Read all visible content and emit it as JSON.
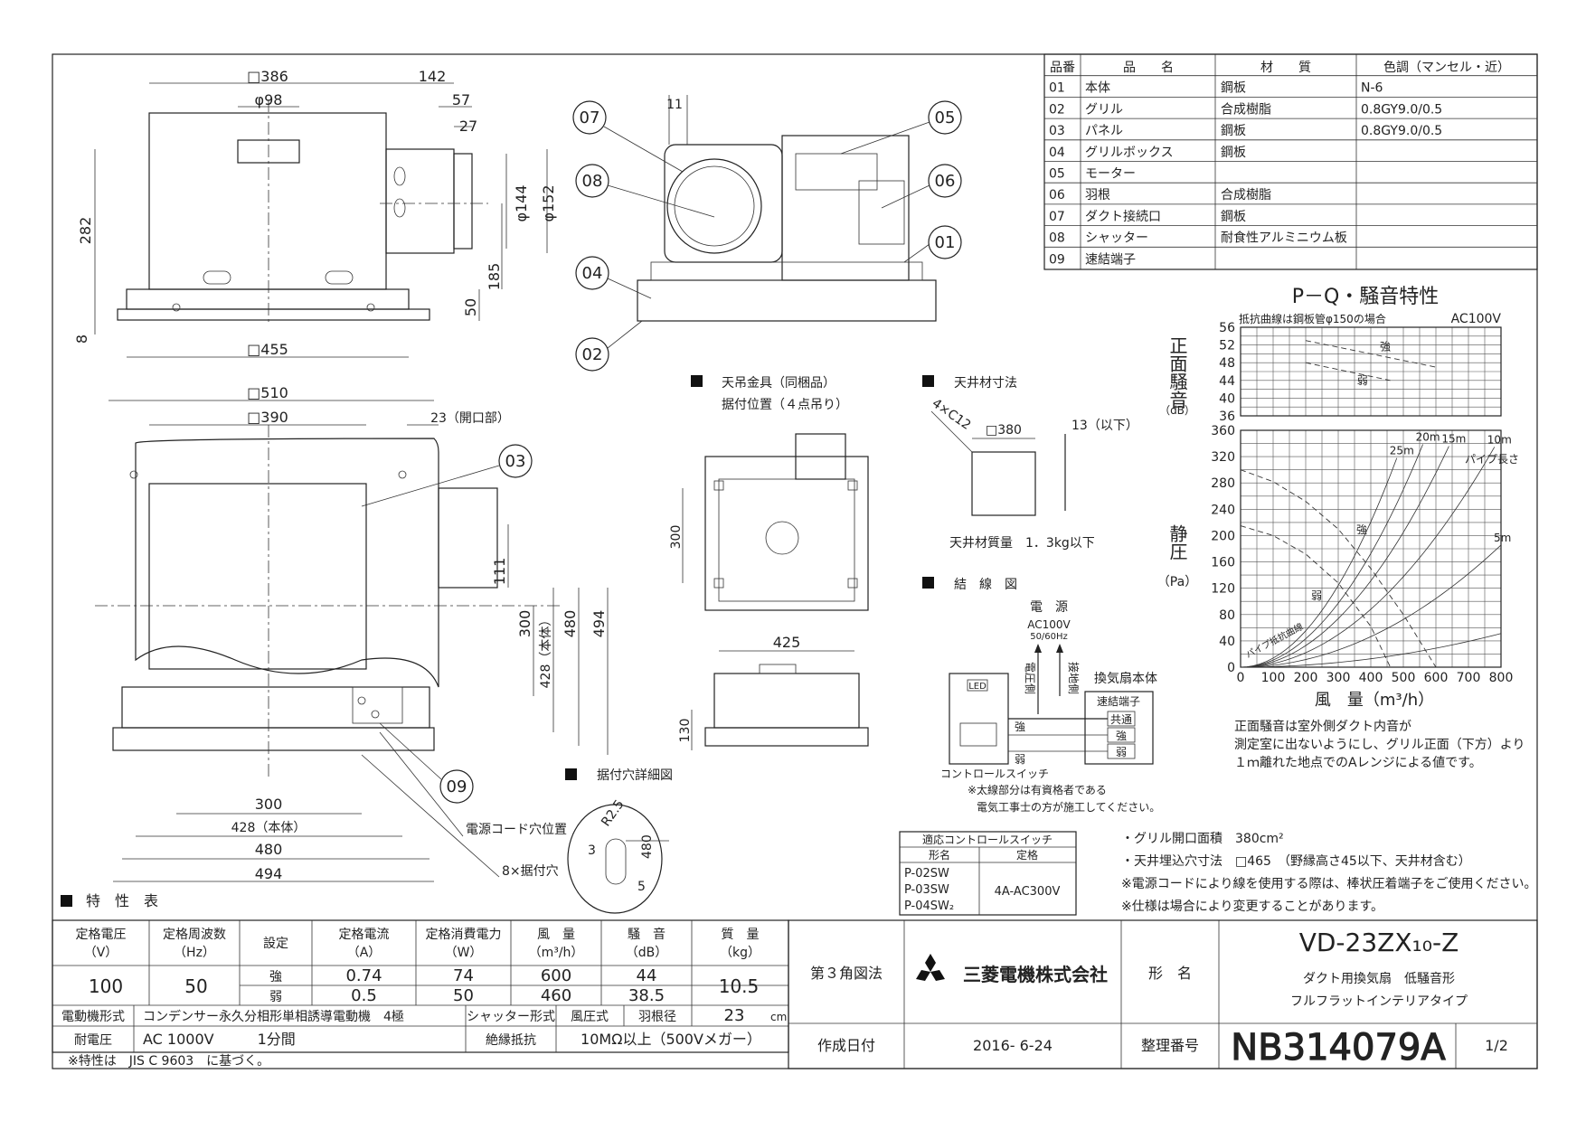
{
  "drawing": {
    "title": "P－Q・騒音特性",
    "company": "三菱電機株式会社",
    "projection": "第３角図法",
    "model_label": "形　名",
    "model": "VD-23ZX₁₀-Z",
    "desc1": "ダクト用換気扇　低騒音形",
    "desc2": "フルフラットインテリアタイプ",
    "date_label": "作成日付",
    "date": "2016- 6-24",
    "number_label": "整理番号",
    "number": "NB314079A",
    "page": "1/2"
  },
  "parts": {
    "headers": [
      "品番",
      "品　　名",
      "材　　質",
      "色調（マンセル・近）"
    ],
    "rows": [
      [
        "01",
        "本体",
        "鋼板",
        "N-6"
      ],
      [
        "02",
        "グリル",
        "合成樹脂",
        "0.8GY9.0/0.5"
      ],
      [
        "03",
        "パネル",
        "鋼板",
        "0.8GY9.0/0.5"
      ],
      [
        "04",
        "グリルボックス",
        "鋼板",
        ""
      ],
      [
        "05",
        "モーター",
        "",
        ""
      ],
      [
        "06",
        "羽根",
        "合成樹脂",
        ""
      ],
      [
        "07",
        "ダクト接続口",
        "鋼板",
        ""
      ],
      [
        "08",
        "シャッター",
        "耐食性アルミニウム板",
        ""
      ],
      [
        "09",
        "速結端子",
        "",
        ""
      ]
    ]
  },
  "dims": {
    "side_w": "□386",
    "side_off": "142",
    "duct_d": "φ98",
    "d57": "57",
    "d27": "27",
    "h282": "282",
    "d144": "φ144",
    "d152": "φ152",
    "h185": "185",
    "h50": "50",
    "h8": "8",
    "w455": "□455",
    "iso_11": "11",
    "w510": "□510",
    "w390": "□390",
    "open23": "23（開口部）",
    "h111": "111",
    "h300": "300",
    "h428": "428（本体）",
    "h480": "480",
    "h494": "494",
    "w300": "300",
    "w428": "428（本体）",
    "w480": "480",
    "w494": "494",
    "cord_hole": "電源コード穴位置",
    "mount_hole": "8×据付穴"
  },
  "callouts": [
    "07",
    "05",
    "08",
    "06",
    "01",
    "04",
    "02",
    "03",
    "09"
  ],
  "hanger": {
    "title": "天吊金具（同梱品）",
    "sub": "据付位置（４点吊り）",
    "h300": "300",
    "w425": "425",
    "h130": "130"
  },
  "ceiling": {
    "title": "天井材寸法",
    "corner": "4×C12",
    "w380": "□380",
    "t13": "13（以下）",
    "mass": "天井材質量　1．3kg以下"
  },
  "detail": {
    "title": "据付穴詳細図",
    "r": "R2.5",
    "h480": "480",
    "d3": "3",
    "d5": "5"
  },
  "wiring": {
    "title": "結　線　図",
    "power": "電　源",
    "volt": "AC100V",
    "hz": "50/60Hz",
    "live": "電圧側",
    "ground": "接地側",
    "unit": "換気扇本体",
    "terminal": "速結端子",
    "common": "共通",
    "strong": "強",
    "weak": "弱",
    "led": "LED",
    "switch": "コントロールスイッチ",
    "note1": "※太線部分は有資格者である",
    "note2": "電気工事士の方が施工してください。"
  },
  "switch_table": {
    "title": "適応コントロールスイッチ",
    "col1": "形名",
    "col2": "定格",
    "models": [
      "P-02SW",
      "P-03SW",
      "P-04SW₂"
    ],
    "rating": "4A-AC300V"
  },
  "notes": [
    "・グリル開口面積　380cm²",
    "・天井埋込穴寸法　□465　（野縁高さ45以下、天井材含む）",
    "※電源コードにより線を使用する際は、棒状圧着端子をご使用ください。",
    "※仕様は場合により変更することがあります。"
  ],
  "spec": {
    "title": "特　性　表",
    "headers": [
      "定格電圧\n（V）",
      "定格周波数\n（Hz）",
      "設定",
      "定格電流\n（A）",
      "定格消費電力\n（W）",
      "風　量\n（m³/h）",
      "騒　音\n（dB）",
      "質　量\n（kg）"
    ],
    "voltage": "100",
    "freq": "50",
    "rows": [
      [
        "強",
        "0.74",
        "74",
        "600",
        "44"
      ],
      [
        "弱",
        "0.5",
        "50",
        "460",
        "38.5"
      ]
    ],
    "mass": "10.5",
    "motor_label": "電動機形式",
    "motor": "コンデンサー永久分相形単相誘導電動機　4極",
    "shutter_label": "シャッター形式",
    "shutter": "風圧式",
    "blade_label": "羽根径",
    "blade": "23",
    "blade_unit": "cm",
    "withstand_label": "耐電圧",
    "withstand": "AC 1000V　　　1分間",
    "insul_label": "絶縁抵抗",
    "insul": "10MΩ以上（500Vメガー）",
    "footnote": "※特性は　JIS C 9603　に基づく。"
  },
  "chart_notes": [
    "正面騒音は室外側ダクト内音が",
    "測定室に出ないようにし、グリル正面（下方）より",
    "１ｍ離れた地点でのAレンジによる値です。"
  ],
  "chart_data": [
    {
      "type": "line",
      "title": "",
      "note": "抵抗曲線は鋼板管φ150の場合",
      "supply": "AC100V",
      "ylabel": "正面騒音",
      "yunit": "（dB）",
      "ylim": [
        36,
        56
      ],
      "yticks": [
        "56",
        "52",
        "48",
        "44",
        "40",
        "36"
      ],
      "xlim": [
        0,
        800
      ],
      "series": [
        {
          "name": "強",
          "x": [
            200,
            600
          ],
          "y": [
            53,
            47
          ]
        },
        {
          "name": "弱",
          "x": [
            200,
            460
          ],
          "y": [
            48,
            44
          ]
        }
      ]
    },
    {
      "type": "line",
      "title": "",
      "ylabel": "静圧",
      "yunit": "（Pa）",
      "xlabel": "風　量（m³/h）",
      "ylim": [
        0,
        360
      ],
      "xlim": [
        0,
        800
      ],
      "xticks": [
        "0",
        "100",
        "200",
        "300",
        "400",
        "500",
        "600",
        "700",
        "800"
      ],
      "yticks": [
        "360",
        "320",
        "280",
        "240",
        "200",
        "160",
        "120",
        "80",
        "40",
        "0"
      ],
      "pipe_label": "パイプ長さ",
      "curve_label": "パイプ抵抗曲線",
      "series": [
        {
          "name": "強",
          "x": [
            0,
            100,
            200,
            300,
            400,
            500,
            600
          ],
          "y": [
            300,
            282,
            252,
            210,
            150,
            80,
            0
          ]
        },
        {
          "name": "弱",
          "x": [
            0,
            100,
            200,
            300,
            400,
            460
          ],
          "y": [
            215,
            200,
            172,
            128,
            62,
            0
          ]
        }
      ],
      "pipe_curves": [
        {
          "name": "25m",
          "k": 0.00138
        },
        {
          "name": "20m",
          "k": 0.00108
        },
        {
          "name": "15m",
          "k": 0.00082
        },
        {
          "name": "10m",
          "k": 0.00055
        },
        {
          "name": "5m",
          "k": 0.00029
        },
        {
          "name": "",
          "k": 8e-05
        }
      ]
    }
  ]
}
